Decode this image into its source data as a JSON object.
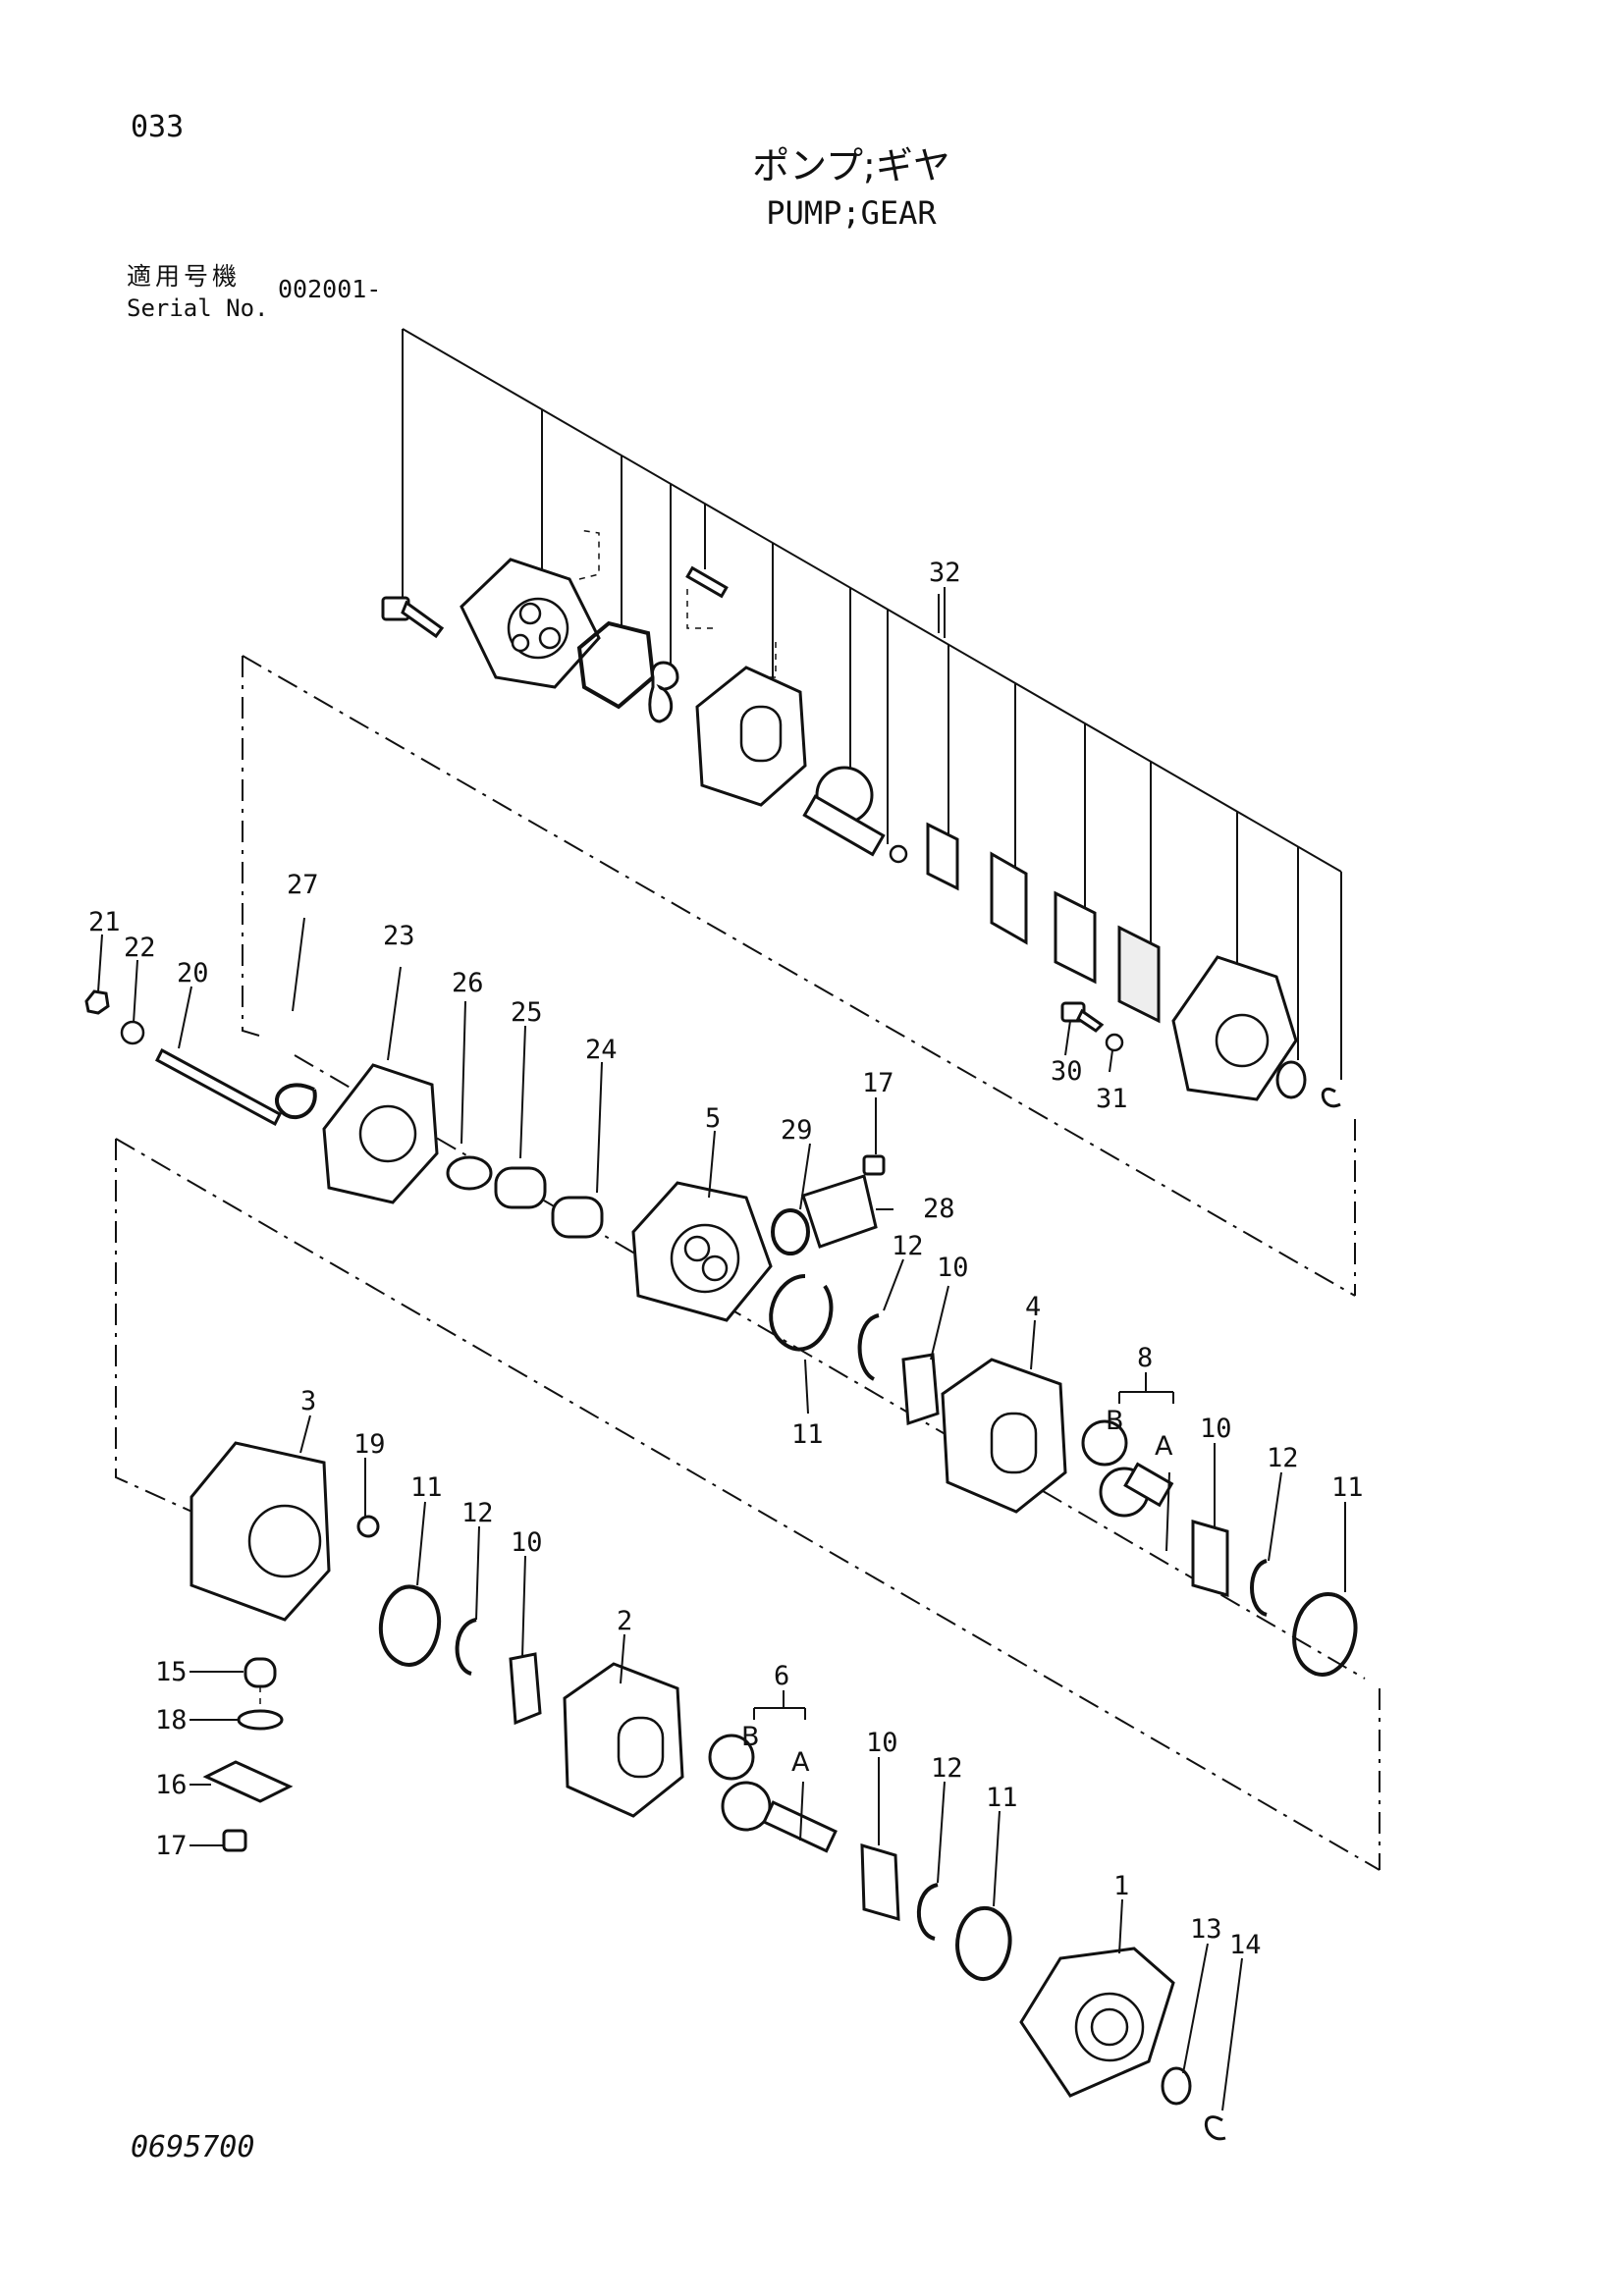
{
  "header": {
    "page_number": "033",
    "title_jp": "ポンプ;ギヤ",
    "title_en": "PUMP;GEAR",
    "serial_label_jp": "適用号機",
    "serial_label_en": "Serial No.",
    "serial_value": "002001-"
  },
  "footer": {
    "drawing_number": "0695700"
  },
  "callouts": {
    "c1": "1",
    "c2": "2",
    "c3": "3",
    "c4": "4",
    "c5": "5",
    "c6": "6",
    "c8": "8",
    "c10a": "10",
    "c10b": "10",
    "c10c": "10",
    "c10d": "10",
    "c11a": "11",
    "c11b": "11",
    "c11c": "11",
    "c11d": "11",
    "c12a": "12",
    "c12b": "12",
    "c12c": "12",
    "c12d": "12",
    "c13": "13",
    "c14": "14",
    "c15": "15",
    "c16": "16",
    "c17a": "17",
    "c17b": "17",
    "c18": "18",
    "c19": "19",
    "c20": "20",
    "c21": "21",
    "c22": "22",
    "c23": "23",
    "c24": "24",
    "c25": "25",
    "c26": "26",
    "c27": "27",
    "c28": "28",
    "c29": "29",
    "c30": "30",
    "c31": "31",
    "c32": "32",
    "c8a": "A",
    "c8b": "B",
    "c6a": "A",
    "c6b": "B"
  }
}
